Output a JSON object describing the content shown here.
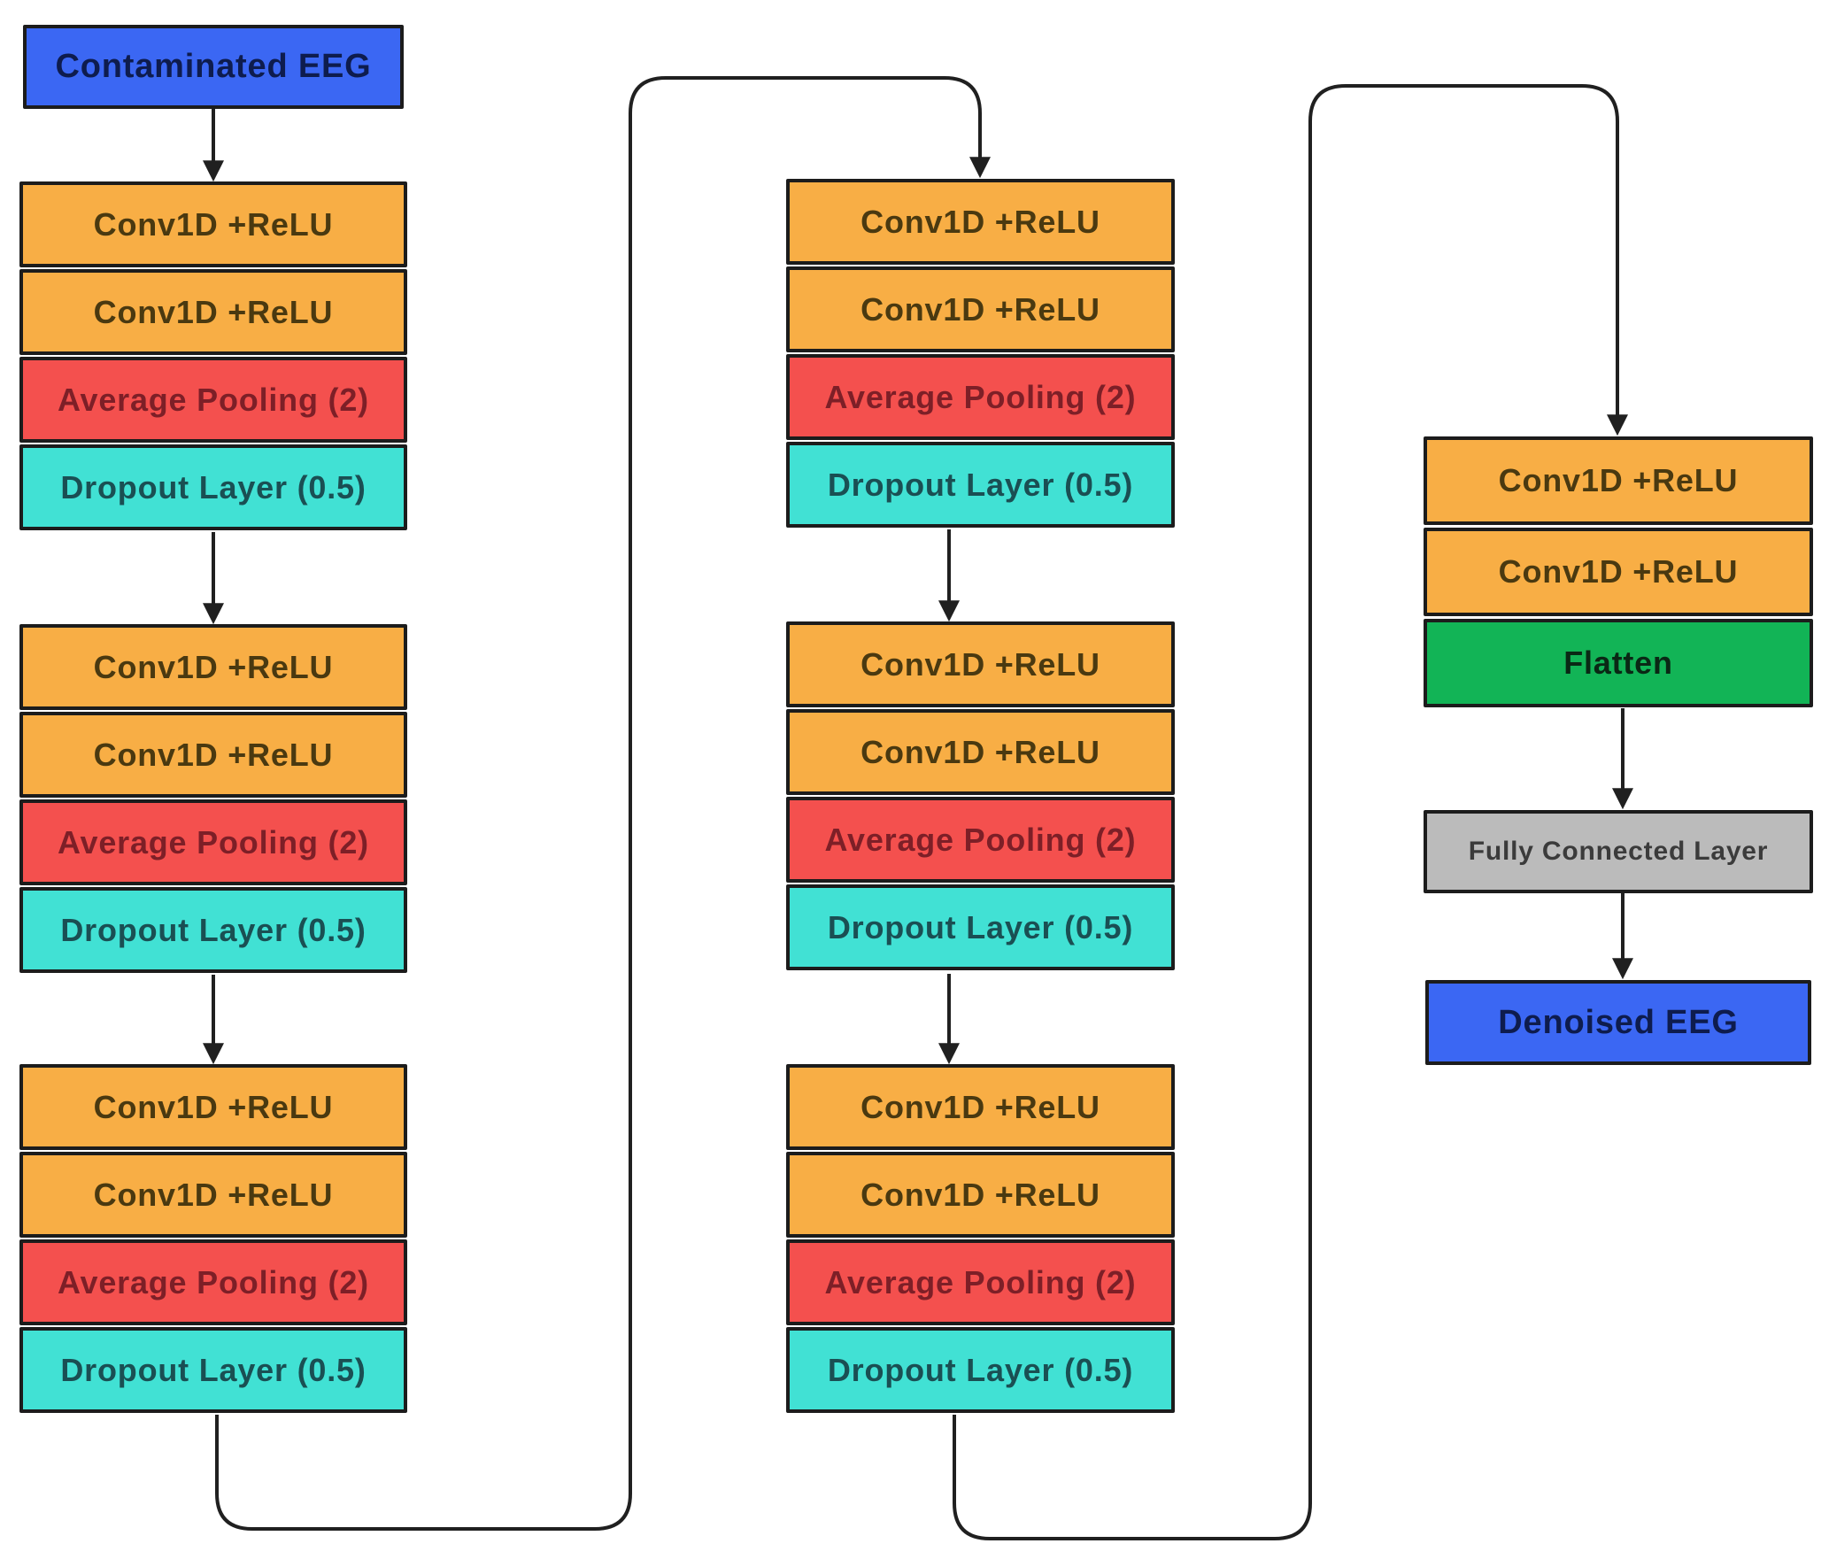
{
  "diagram": {
    "description": "CNN architecture flow diagram for EEG denoising",
    "palette": {
      "conv_fill": "#F8AE45",
      "pool_fill": "#F4504E",
      "dropout_fill": "#41E1D4",
      "flatten_fill": "#12B456",
      "fully_connected_fill": "#BBBBBB",
      "io_fill": "#3B67F3",
      "box_border": "#1c1c1c",
      "connector_line": "#202020",
      "background": "#ffffff"
    },
    "boxes": [
      {
        "id": "input",
        "label": "Contaminated EEG"
      },
      {
        "id": "l1-conv1",
        "label": "Conv1D +ReLU"
      },
      {
        "id": "l1-conv2",
        "label": "Conv1D +ReLU"
      },
      {
        "id": "l1-pool",
        "label": "Average Pooling (2)"
      },
      {
        "id": "l1-drop",
        "label": "Dropout Layer (0.5)"
      },
      {
        "id": "l2-conv1",
        "label": "Conv1D +ReLU"
      },
      {
        "id": "l2-conv2",
        "label": "Conv1D +ReLU"
      },
      {
        "id": "l2-pool",
        "label": "Average Pooling (2)"
      },
      {
        "id": "l2-drop",
        "label": "Dropout Layer (0.5)"
      },
      {
        "id": "l3-conv1",
        "label": "Conv1D +ReLU"
      },
      {
        "id": "l3-conv2",
        "label": "Conv1D +ReLU"
      },
      {
        "id": "l3-pool",
        "label": "Average Pooling (2)"
      },
      {
        "id": "l3-drop",
        "label": "Dropout Layer (0.5)"
      },
      {
        "id": "m1-conv1",
        "label": "Conv1D +ReLU"
      },
      {
        "id": "m1-conv2",
        "label": "Conv1D +ReLU"
      },
      {
        "id": "m1-pool",
        "label": "Average Pooling (2)"
      },
      {
        "id": "m1-drop",
        "label": "Dropout Layer (0.5)"
      },
      {
        "id": "m2-conv1",
        "label": "Conv1D +ReLU"
      },
      {
        "id": "m2-conv2",
        "label": "Conv1D +ReLU"
      },
      {
        "id": "m2-pool",
        "label": "Average Pooling (2)"
      },
      {
        "id": "m2-drop",
        "label": "Dropout Layer (0.5)"
      },
      {
        "id": "m3-conv1",
        "label": "Conv1D +ReLU"
      },
      {
        "id": "m3-conv2",
        "label": "Conv1D +ReLU"
      },
      {
        "id": "m3-pool",
        "label": "Average Pooling (2)"
      },
      {
        "id": "m3-drop",
        "label": "Dropout Layer (0.5)"
      },
      {
        "id": "r-conv1",
        "label": "Conv1D +ReLU"
      },
      {
        "id": "r-conv2",
        "label": "Conv1D +ReLU"
      },
      {
        "id": "r-flatten",
        "label": "Flatten"
      },
      {
        "id": "r-fc",
        "label": "Fully Connected Layer"
      },
      {
        "id": "output",
        "label": "Denoised EEG"
      }
    ]
  }
}
